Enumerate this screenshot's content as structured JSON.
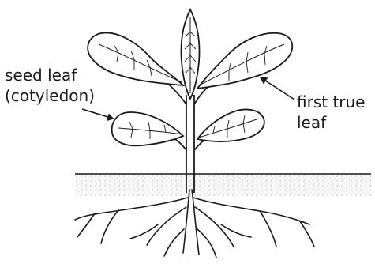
{
  "labels": {
    "seed_leaf": {
      "line1": "seed leaf",
      "line2": "(cotyledon)"
    },
    "first_true_leaf": {
      "line1": "first true",
      "line2": "leaf"
    }
  },
  "colors": {
    "ink": "#1a1a1a",
    "soil_speckle": "#8a8a8a",
    "background": "#ffffff"
  }
}
